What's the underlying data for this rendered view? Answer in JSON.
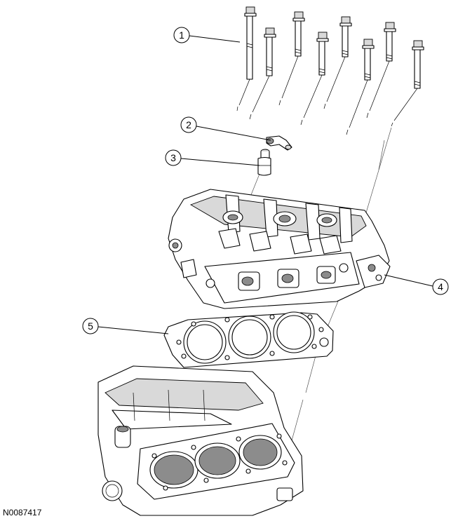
{
  "callouts": [
    {
      "num": "1",
      "name": "callout-1"
    },
    {
      "num": "2",
      "name": "callout-2"
    },
    {
      "num": "3",
      "name": "callout-3"
    },
    {
      "num": "4",
      "name": "callout-4"
    },
    {
      "num": "5",
      "name": "callout-5"
    }
  ],
  "reference_code": "N0087417"
}
